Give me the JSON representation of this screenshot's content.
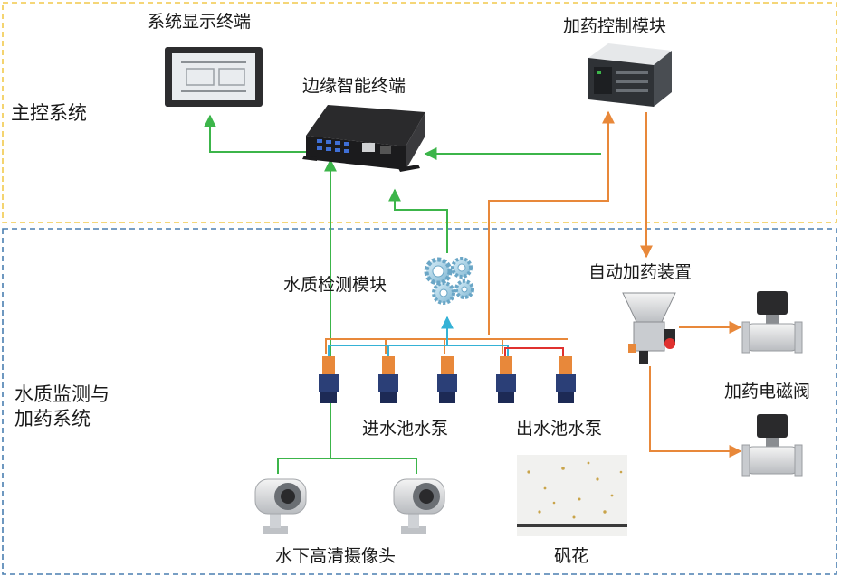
{
  "regions": {
    "main_control": "主控系统",
    "monitoring_line1": "水质监测与",
    "monitoring_line2": "加药系统"
  },
  "nodes": {
    "display_terminal": "系统显示终端",
    "edge_terminal": "边缘智能终端",
    "dosing_control": "加药控制模块",
    "water_quality_module": "水质检测模块",
    "auto_dosing_device": "自动加药装置",
    "dosing_valve": "加药电磁阀",
    "inlet_pump": "进水池水泵",
    "outlet_pump": "出水池水泵",
    "camera": "水下高清摄像头",
    "floc": "矾花"
  },
  "colors": {
    "main_border": "#f2c94c",
    "monitor_border": "#4a7fb0",
    "green_link": "#3cb54a",
    "orange_link": "#e8883a",
    "cyan_link": "#35b2d6",
    "red_link": "#e0312f"
  }
}
